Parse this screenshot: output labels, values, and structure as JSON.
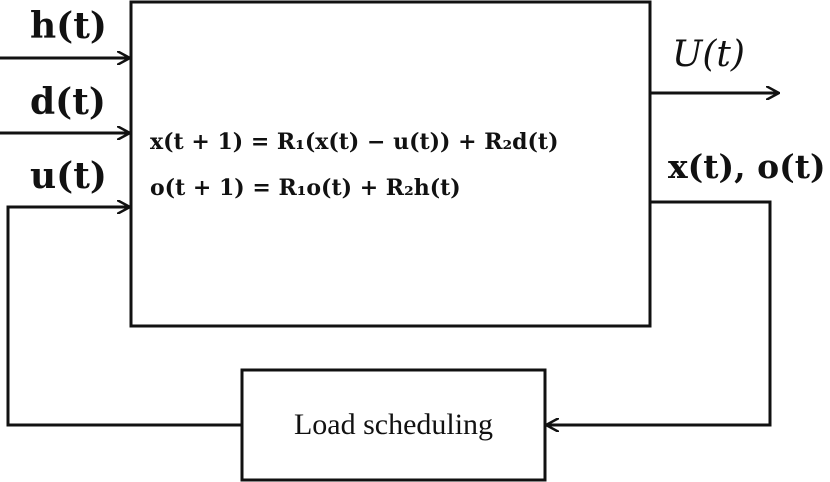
{
  "inputs": {
    "h": "h(t)",
    "d": "d(t)",
    "u": "u(t)"
  },
  "outputs": {
    "utility": "U(t)",
    "state": "x(t), o(t)"
  },
  "system_box": {
    "equation_1": "x(t + 1) = R₁(x(t) − u(t)) + R₂d(t)",
    "equation_2": "o(t + 1) = R₁o(t) + R₂h(t)"
  },
  "controller_box": {
    "label": "Load scheduling"
  },
  "colors": {
    "stroke": "#111111",
    "background": "#ffffff"
  }
}
